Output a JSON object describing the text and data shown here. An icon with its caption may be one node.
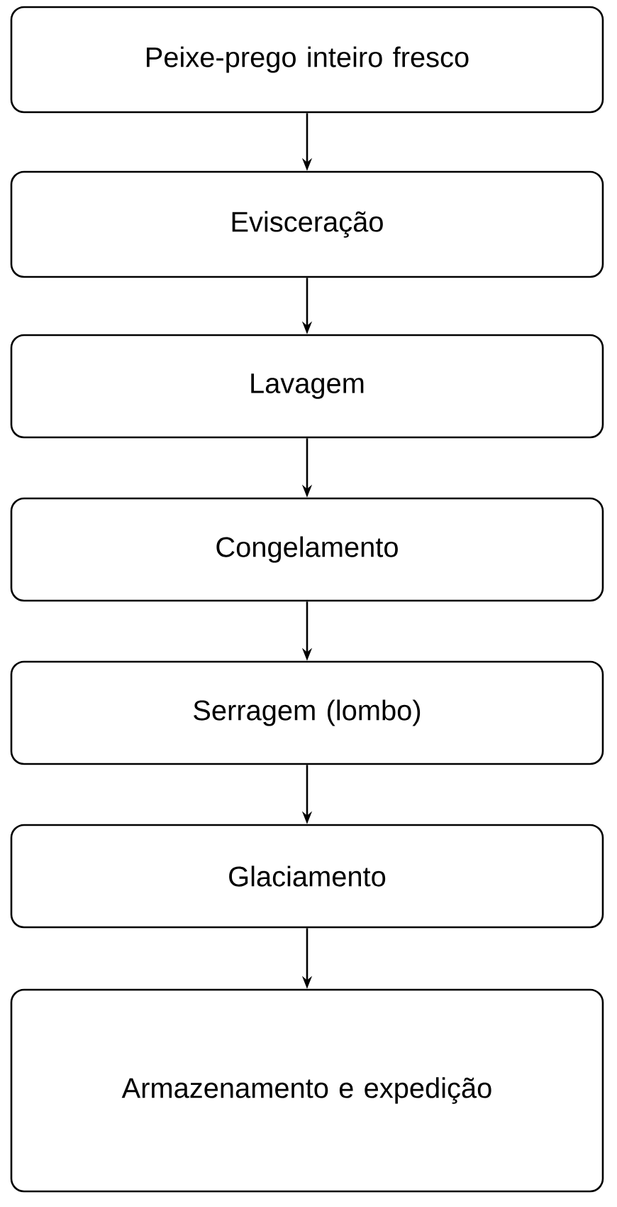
{
  "diagram": {
    "nodes": [
      {
        "text": [
          "Peixe-prego inteiro fresco"
        ]
      },
      {
        "text": [
          "Evisceração"
        ]
      },
      {
        "text": [
          "Lavagem"
        ]
      },
      {
        "text": [
          "Congelamento"
        ]
      },
      {
        "text": [
          "Serragem (lombo)"
        ]
      },
      {
        "text": [
          "Glaciamento"
        ]
      },
      {
        "text": [
          "Armazenamento e expedição"
        ]
      }
    ],
    "edges": [
      {
        "from": 0,
        "to": 1,
        "arrow": "to"
      },
      {
        "from": 1,
        "to": 2,
        "arrow": "to"
      },
      {
        "from": 2,
        "to": 3,
        "arrow": "to"
      },
      {
        "from": 3,
        "to": 4,
        "arrow": "to"
      },
      {
        "from": 4,
        "to": 5,
        "arrow": "to"
      },
      {
        "from": 5,
        "to": 6,
        "arrow": "to"
      }
    ]
  }
}
